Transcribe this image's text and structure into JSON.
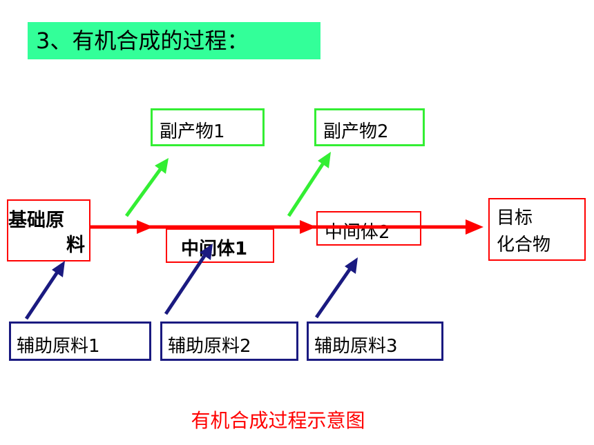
{
  "title": "3、有机合成的过程：",
  "nodes": {
    "start_line1": "基础原",
    "start_line2": "料",
    "intermediate1": "中间体1",
    "intermediate2": "中间体2",
    "target_line1": "目标",
    "target_line2": "化合物",
    "byproduct1": "副产物1",
    "byproduct2": "副产物2",
    "aux1": "辅助原料1",
    "aux2": "辅助原料2",
    "aux3": "辅助原料3"
  },
  "caption": "有机合成过程示意图",
  "colors": {
    "title_bg": "#33ff99",
    "main_arrow": "#ff0000",
    "byproduct_arrow": "#33ee33",
    "aux_arrow": "#1a1a80"
  }
}
